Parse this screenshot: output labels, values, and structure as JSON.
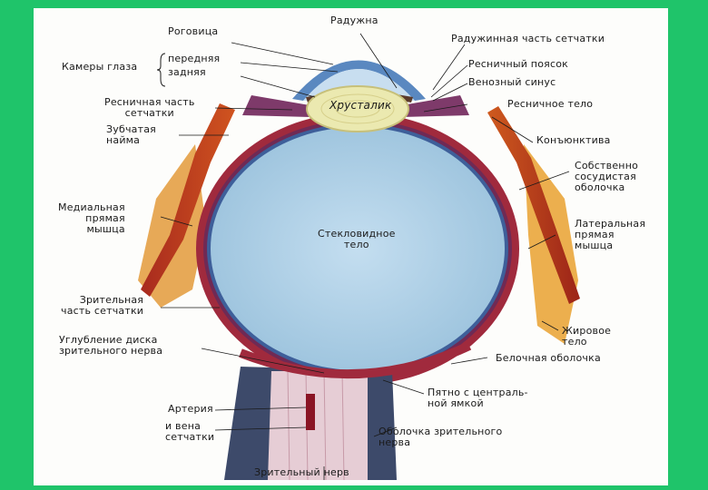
{
  "labels": {
    "cornea": "Роговица",
    "iris": "Радужна",
    "iris_retina": "Радужинная часть сетчатки",
    "chambers": "Камеры глаза",
    "anterior": "передняя",
    "posterior": "задняя",
    "zonule": "Ресничный поясок",
    "venous_sinus": "Венозный синус",
    "ciliary_retina": "Ресничная часть\nсетчатки",
    "lens": "Хрусталик",
    "ciliary_body": "Ресничное тело",
    "ora_serrata": "Зубчатая\nнайма",
    "conjunctiva": "Конъюнктива",
    "choroid": "Собственно\nсосудистая\nоболочка",
    "medial_muscle": "Медиальная\nпрямая\nмышца",
    "vitreous": "Стекловидное\nтело",
    "lateral_muscle": "Латеральная\nпрямая\nмышца",
    "optic_retina": "Зрительная\nчасть сетчатки",
    "fat": "Жировое\nтело",
    "optic_disc": "Углубление диска\nзрительного нерва",
    "sclera": "Белочная оболочка",
    "macula": "Пятно с централь-\nной ямкой",
    "artery": "Артерия",
    "vein": "и вена\nсетчатки",
    "nerve_sheath": "Оболочка зрительного\nнерва",
    "optic_nerve": "Зрительный нерв"
  },
  "colors": {
    "background_border": "#1fc46a",
    "vitreous": "#a9cde3",
    "sclera": "#a52a3c",
    "fat": "#e8a13a",
    "lens": "#ecebb4"
  }
}
